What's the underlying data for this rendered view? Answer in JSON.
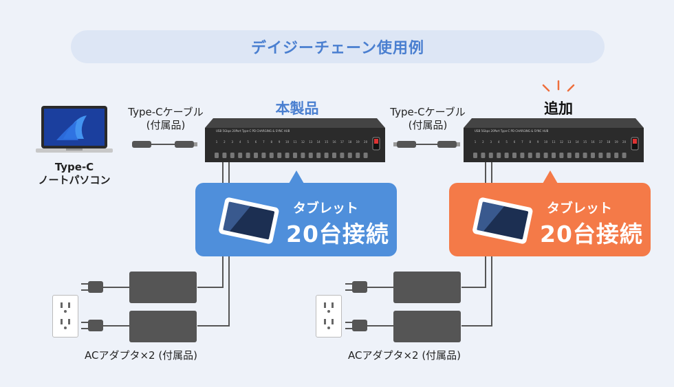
{
  "title": "デイジーチェーン使用例",
  "laptop": {
    "line1": "Type-C",
    "line2": "ノートパソコン"
  },
  "cable1": {
    "line1": "Type-Cケーブル",
    "line2": "(付属品)"
  },
  "cable2": {
    "line1": "Type-Cケーブル",
    "line2": "(付属品)"
  },
  "hub1": {
    "label": "本製品"
  },
  "hub2": {
    "label": "追加"
  },
  "hub_panel_text": "USB 5Gbps 20Port Type-C PD CHARGING & SYNC HUB",
  "port_numbers": [
    "1",
    "2",
    "3",
    "4",
    "5",
    "6",
    "7",
    "8",
    "9",
    "10",
    "11",
    "12",
    "13",
    "14",
    "15",
    "16",
    "17",
    "18",
    "19",
    "20"
  ],
  "bubble1": {
    "line1": "タブレット",
    "line2": "20台接続",
    "color": "#4f8fdb"
  },
  "bubble2": {
    "line1": "タブレット",
    "line2": "20台接続",
    "color": "#f47a48"
  },
  "adapter_caption1": "ACアダプタ×2 (付属品)",
  "adapter_caption2": "ACアダプタ×2 (付属品)",
  "colors": {
    "accent_blue": "#4a7fd0",
    "pill_bg": "#dde6f5",
    "burst": "#ee6e3c",
    "hub_body": "#2b2b2b"
  }
}
